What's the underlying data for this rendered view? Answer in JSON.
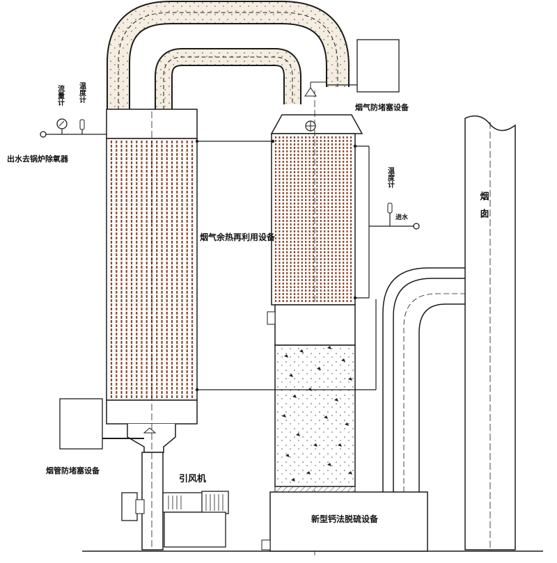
{
  "labels": {
    "flow_meter": "流量计",
    "temperature_meter_left": "温度计",
    "outlet_water": "出水去锅炉除氧器",
    "flue_gas_anti_clog": "烟气防堵塞设备",
    "temperature_meter_right": "温度计",
    "inlet_water": "进水",
    "waste_heat_recovery": "烟气余热再利用设备",
    "chimney": "烟囱",
    "flue_pipe_anti_clog": "烟管防堵塞设备",
    "induced_draft_fan": "引风机",
    "desulfurization": "新型钙法脱硫设备"
  },
  "colors": {
    "line": "#1a1a1a",
    "tube": "#8a4a2e",
    "pipe_fill": "#f4ede0"
  }
}
